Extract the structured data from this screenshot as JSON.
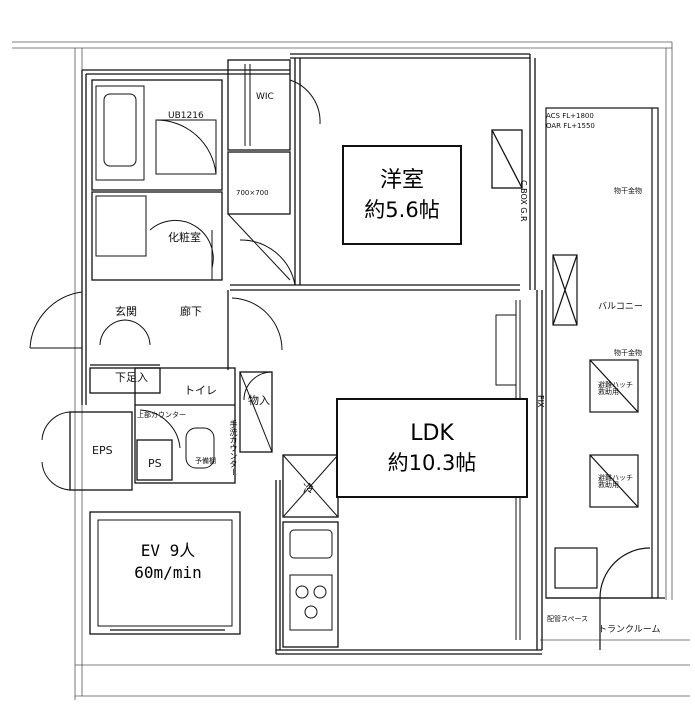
{
  "rooms": {
    "western_room": {
      "name": "洋室",
      "area": "約5.6帖"
    },
    "ldk": {
      "name": "LDK",
      "area": "約10.3帖"
    }
  },
  "labels": {
    "ub": "UB1216",
    "wic": "WIC",
    "shower": "700×700",
    "powder_room": "化粧室",
    "entrance": "玄関",
    "hallway": "廊下",
    "shoe_storage": "下足入",
    "toilet": "トイレ",
    "upper_counter": "上部カウンター",
    "storage": "物入",
    "eps": "EPS",
    "ps": "PS",
    "reserve": "予備棚",
    "fridge": "冷",
    "acs": "ACS FL+1800",
    "oar": "OAR FL+1550",
    "cbox": "C.BOX G.R",
    "drying_hardware_1": "物干金物",
    "drying_hardware_2": "物干金物",
    "balcony": "バルコニー",
    "escape_hatch_1": "避難ハッチ 救助用",
    "escape_hatch_2": "避難ハッチ 救助用",
    "piping_space": "配管スペース",
    "trunk_room": "トランクルーム",
    "fix": "FIX",
    "toilet_side": "手洗カウンター"
  },
  "elevator": {
    "line1": "EV 9人",
    "line2": "60m/min"
  }
}
